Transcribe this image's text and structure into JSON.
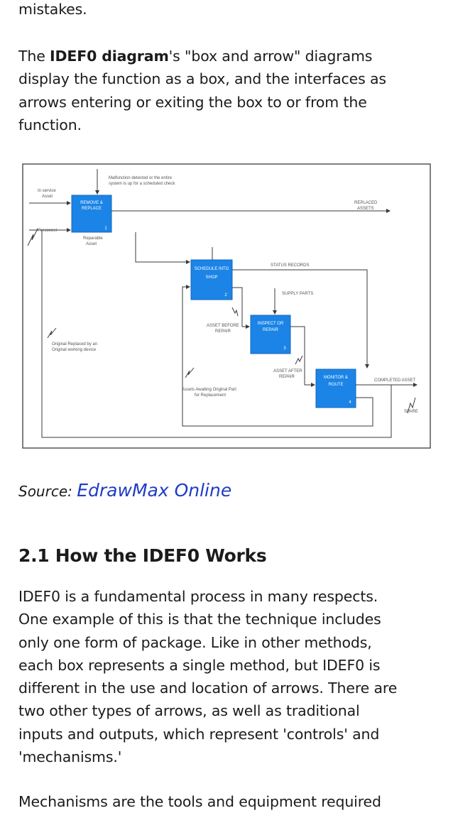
{
  "paragraphs": {
    "p0_line1": "mistakes.",
    "p1_before": "The ",
    "p1_bold": "IDEF0 diagram",
    "p1_after": "'s \"box and arrow\" diagrams",
    "p1_line2": "display the function as a box, and the interfaces as",
    "p1_line3": "arrows entering or exiting the box to or from the",
    "p1_line4": "function.",
    "p2_lines": [
      "IDEF0 is a fundamental process in many respects.",
      "One example of this is that the technique includes",
      "only one form of package. Like in other methods,",
      "each box represents a single method, but IDEF0 is",
      "different in the use and location of arrows. There are",
      "two other types of arrows, as well as traditional",
      "inputs and outputs, which represent 'controls' and",
      "'mechanisms.'"
    ],
    "p3_line1": "Mechanisms are the tools and equipment required"
  },
  "source": {
    "label": "Source: ",
    "link_text": "EdrawMax Online"
  },
  "heading": "2.1 How the IDEF0 Works",
  "diagram": {
    "boxes": [
      {
        "title_line1": "REMOVE &",
        "title_line2": "REPLACE",
        "number": "1"
      },
      {
        "title_line1": "SCHEDULE INTO",
        "title_line2": "SHOP",
        "number": "2"
      },
      {
        "title_line1": "INSPECT OR",
        "title_line2": "REPAIR",
        "number": "3"
      },
      {
        "title_line1": "MONITOR &",
        "title_line2": "ROUTE",
        "number": "4"
      }
    ],
    "labels": {
      "malfunction_1": "Malfunction detected or the entire",
      "malfunction_2": "system is up for a scheduled check",
      "in_service_1": "In service",
      "in_service_2": "Asset",
      "replaced_1": "REPLACED",
      "replaced_2": "ASSETS",
      "personnel": "Personnel",
      "reparable_1": "Reparable",
      "reparable_2": "Asset",
      "status_records": "STATUS RECORDS",
      "supply_parts": "SUPPLY PARTS",
      "asset_before_1": "ASSET BEFORE",
      "asset_before_2": "REPAIR",
      "original_replaced_1": "Original Replaced by an",
      "original_replaced_2": "Original working device",
      "asset_after_1": "ASSET AFTER",
      "asset_after_2": "REPAIR",
      "completed_asset": "COMPLETED ASSET",
      "awaiting_1": "Assets Awaiting Original Part",
      "awaiting_2": "for Replacement",
      "spare": "SPARE"
    },
    "colors": {
      "box_fill": "#1b84e6",
      "box_stroke": "#1565c0",
      "line": "#3a3a3a",
      "frame": "#555555"
    }
  }
}
